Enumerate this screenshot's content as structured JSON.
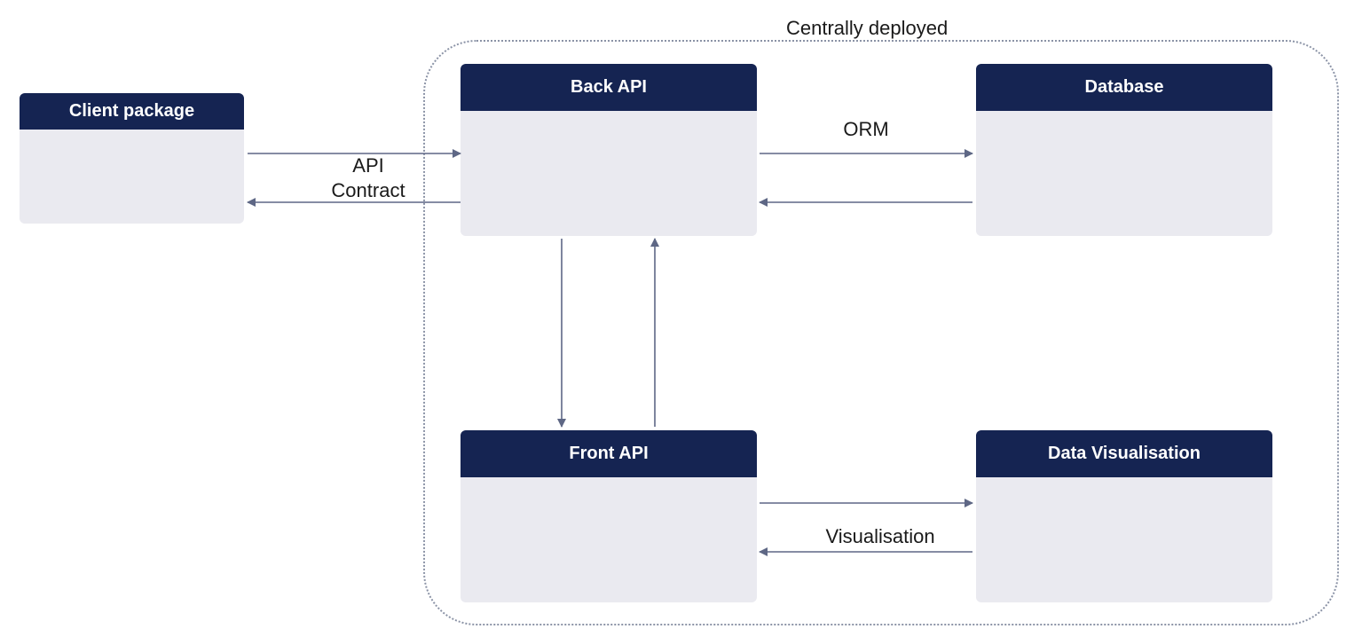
{
  "colors": {
    "header": "#152452",
    "body": "#eaeaf0",
    "arrow": "#5e6785",
    "boundary": "#8b93a6"
  },
  "boundary": {
    "label": "Centrally deployed"
  },
  "nodes": {
    "client": {
      "title": "Client package"
    },
    "back_api": {
      "title": "Back API"
    },
    "database": {
      "title": "Database"
    },
    "front_api": {
      "title": "Front API"
    },
    "data_vis": {
      "title": "Data Visualisation"
    }
  },
  "edges": {
    "api_label_line1": "API",
    "api_label_line2": "Contract",
    "orm_label": "ORM",
    "vis_label": "Visualisation"
  }
}
